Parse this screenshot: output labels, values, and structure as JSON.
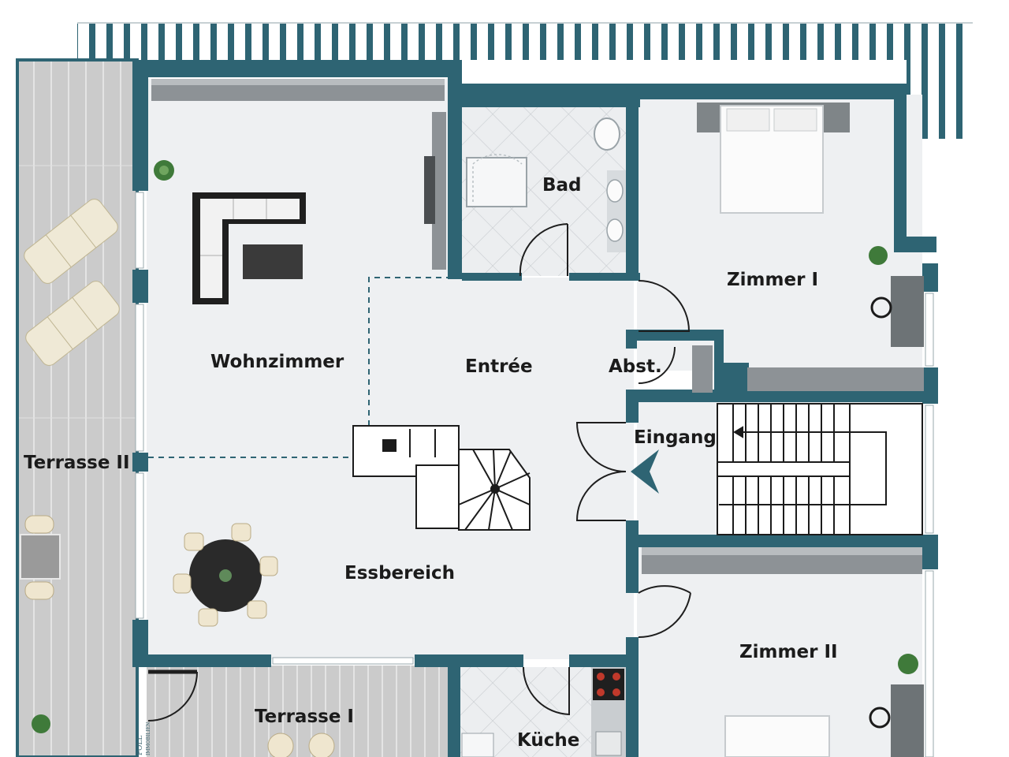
{
  "rooms": {
    "wohnzimmer": "Wohnzimmer",
    "bad": "Bad",
    "zimmer1": "Zimmer I",
    "entree": "Entrée",
    "abst": "Abst.",
    "eingang": "Eingang",
    "terrasse2": "Terrasse II",
    "essbereich": "Essbereich",
    "zimmer2": "Zimmer II",
    "terrasse1": "Terrasse I",
    "kueche": "Küche"
  },
  "branding": {
    "logo_text": "POLL",
    "logo_sub": "IMMOBILIEN"
  },
  "colors": {
    "wall": "#2e6473",
    "floor": "#eef0f2",
    "deck": "#c9c9c9",
    "tile": "#e9ebed",
    "furniture": "#2a2a2a"
  }
}
